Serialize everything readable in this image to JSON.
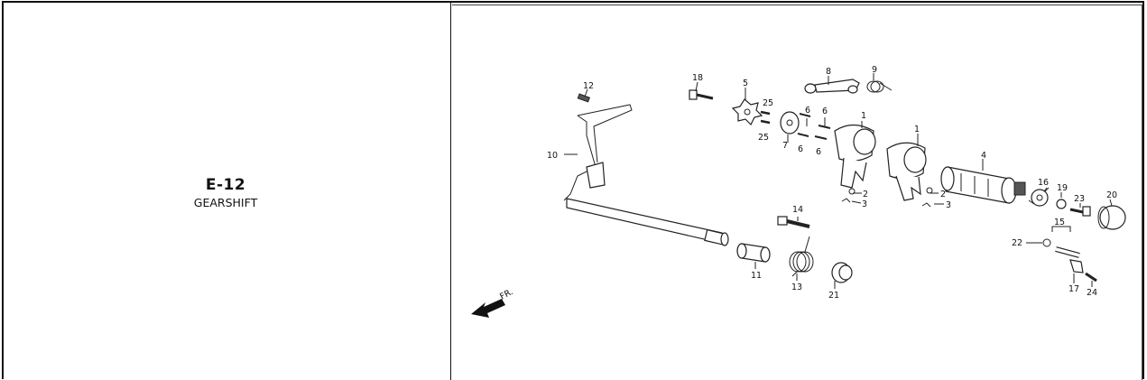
{
  "section": {
    "code": "E-12",
    "name": "GEARSHIFT"
  },
  "diagram": {
    "direction_label": "FR.",
    "callouts": [
      "1",
      "1",
      "2",
      "2",
      "3",
      "3",
      "4",
      "5",
      "6",
      "6",
      "6",
      "6",
      "7",
      "8",
      "9",
      "10",
      "11",
      "12",
      "13",
      "14",
      "15",
      "16",
      "17",
      "18",
      "19",
      "20",
      "21",
      "22",
      "23",
      "24",
      "25",
      "25"
    ]
  }
}
